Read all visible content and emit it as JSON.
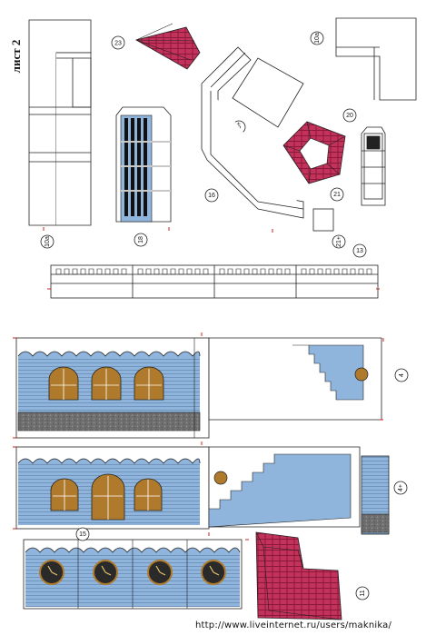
{
  "sheet_title": "лист 2",
  "labels": {
    "p10a_left": "10а",
    "p10a_right": "10а",
    "p23": "23",
    "p18": "18",
    "p15plus": "15+",
    "p16": "16",
    "p20": "20",
    "p21": "21",
    "p21plus": "21+",
    "p13": "13",
    "p4": "4",
    "p4plus": "4+",
    "p15": "15",
    "p11": "11"
  },
  "watermark_url": "http://www.liveinternet.ru/users/maknika/",
  "colors": {
    "wall_blue": "#8fb5dc",
    "roof_red": "#c2325a",
    "window_brown": "#b07a2c",
    "stone_gray": "#666666",
    "clock_dark": "#2a2a2a"
  }
}
